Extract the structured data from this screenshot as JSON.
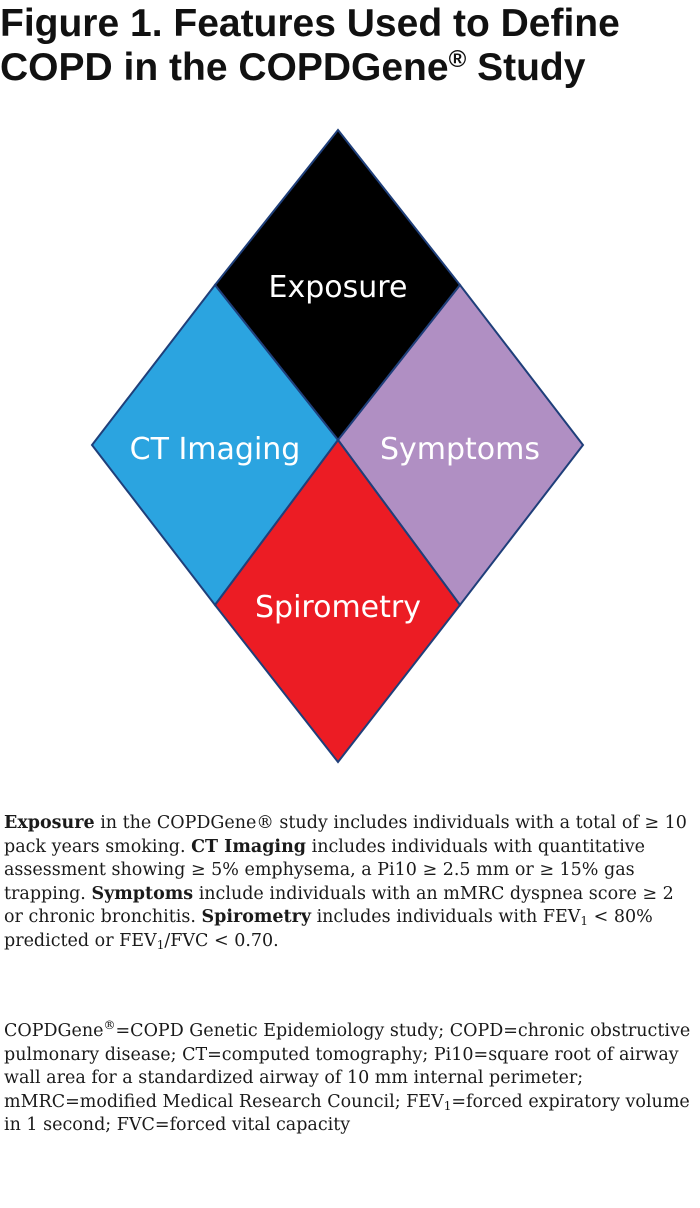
{
  "title": {
    "line1": "Figure 1. Features Used to Define",
    "line2_pre": "COPD in the COPDGene",
    "line2_reg": "®",
    "line2_post": " Study"
  },
  "diagram": {
    "features": [
      {
        "label": "Exposure",
        "color": "#000000"
      },
      {
        "label": "CT Imaging",
        "color": "#2ba4e0"
      },
      {
        "label": "Symptoms",
        "color": "#b08fc3"
      },
      {
        "label": "Spirometry",
        "color": "#ec1c24"
      }
    ],
    "border_color": "#1f3f7a"
  },
  "description": {
    "exposure_term": "Exposure",
    "exposure_text": " in the COPDGene® study includes individuals with a total of ≥ 10 pack years smoking. ",
    "ct_term": "CT Imaging",
    "ct_text": " includes individuals with quantitative assessment showing ≥ 5% emphysema, a Pi10 ≥ 2.5 mm or ≥ 15% gas trapping. ",
    "symptoms_term": "Symptoms",
    "symptoms_text": " include individuals with an mMRC dyspnea score ≥ 2 or chronic bronchitis. ",
    "spirometry_term": "Spirometry",
    "spirometry_text_a": " includes individuals with FEV",
    "sub1": "1",
    "spirometry_text_b": " < 80% predicted or FEV",
    "spirometry_text_c": "/FVC < 0.70."
  },
  "abbreviations": {
    "a": "COPDGene",
    "reg": "®",
    "b": "=COPD Genetic Epidemiology study; COPD=chronic obstructive pulmonary disease; CT=computed tomography; Pi10=square root of airway wall area for a standardized airway of 10 mm internal perimeter; mMRC=modified Medical Research Council; FEV",
    "sub1": "1",
    "c": "=forced expiratory volume in 1 second; FVC=forced vital capacity"
  }
}
